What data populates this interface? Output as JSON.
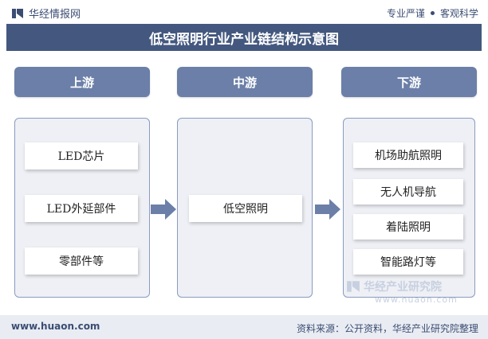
{
  "header": {
    "brand": "华经情报网",
    "slogan_left": "专业严谨",
    "slogan_right": "客观科学"
  },
  "title": "低空照明行业产业链结构示意图",
  "stages": {
    "upstream": {
      "label": "上游",
      "items": [
        "LED芯片",
        "LED外延部件",
        "零部件等"
      ]
    },
    "midstream": {
      "label": "中游",
      "items": [
        "低空照明"
      ]
    },
    "downstream": {
      "label": "下游",
      "items": [
        "机场助航照明",
        "无人机导航",
        "着陆照明",
        "智能路灯等"
      ]
    }
  },
  "watermark": {
    "name": "华经产业研究院",
    "url": "www.huaon.com"
  },
  "footer": {
    "url": "www.huaon.com",
    "source": "资料来源：公开资料，华经产业研究院整理"
  },
  "colors": {
    "title_bar": "#44587f",
    "stage_head": "#6b7fa8",
    "panel_border": "#8a9bc0",
    "panel_fill": "#eef0f5",
    "arrow": "#6b7fa8"
  }
}
